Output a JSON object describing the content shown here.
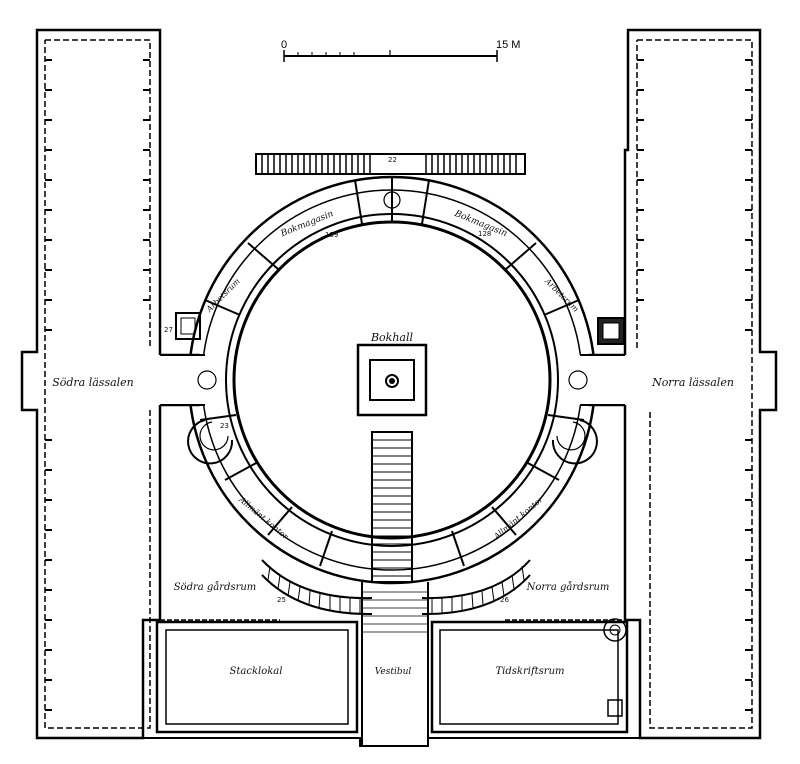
{
  "scale_bar": {
    "start": "0",
    "end": "15 M"
  },
  "rooms": {
    "bokhall": "Bokhall",
    "sodra_lassalen": "Södra lässalen",
    "norra_lassalen": "Norra lässalen",
    "sodra_gardsrum": "Södra gårdsrum",
    "norra_gardsrum": "Norra gårdsrum",
    "stacklokal": "Stacklokal",
    "tidskriftsrum": "Tidskriftsrum",
    "vestibul": "Vestibul",
    "bokmagasin_left": "Bokmagasin",
    "bokmagasin_right": "Bokmagasin",
    "arbetsrum_left": "Arbetsrum",
    "arbetsrum_right": "Arbetsrum",
    "allmant_kontor_left": "Allmänt kontor",
    "allmant_kontor_right": "Allmänt kontor"
  },
  "room_numbers": [
    "139",
    "128",
    "27",
    "22",
    "23",
    "25",
    "26"
  ]
}
